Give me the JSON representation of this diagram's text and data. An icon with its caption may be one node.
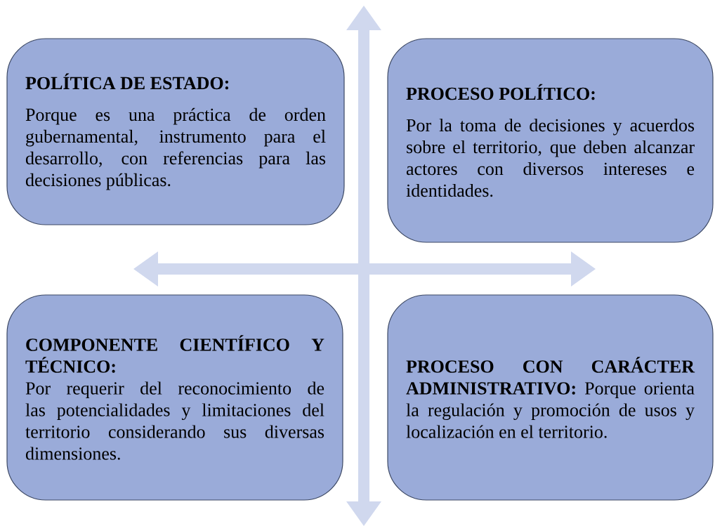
{
  "diagram": {
    "nodes": [
      {
        "text": [
          "POLÍTICA DE ESTADO:",
          "Porque es una práctica de orden gubernamental, instrumento para el desarrollo, con referencias para las decisiones públicas."
        ]
      },
      {
        "text": [
          "PROCESO POLÍTICO:",
          "Por la toma de decisiones y acuerdos sobre el territorio, que deben alcanzar actores con diversos intereses e identidades."
        ]
      },
      {
        "text": [
          "COMPONENTE CIENTÍFICO Y TÉCNICO:",
          "Por requerir del reconocimiento de las potencialidades y limitaciones del territorio considerando sus diversas dimensiones."
        ]
      },
      {
        "text": [
          "PROCESO CON CARÁCTER ADMINISTRATIVO:",
          "Porque orienta la regulación y promoción de usos y localización en el territorio."
        ]
      }
    ]
  }
}
